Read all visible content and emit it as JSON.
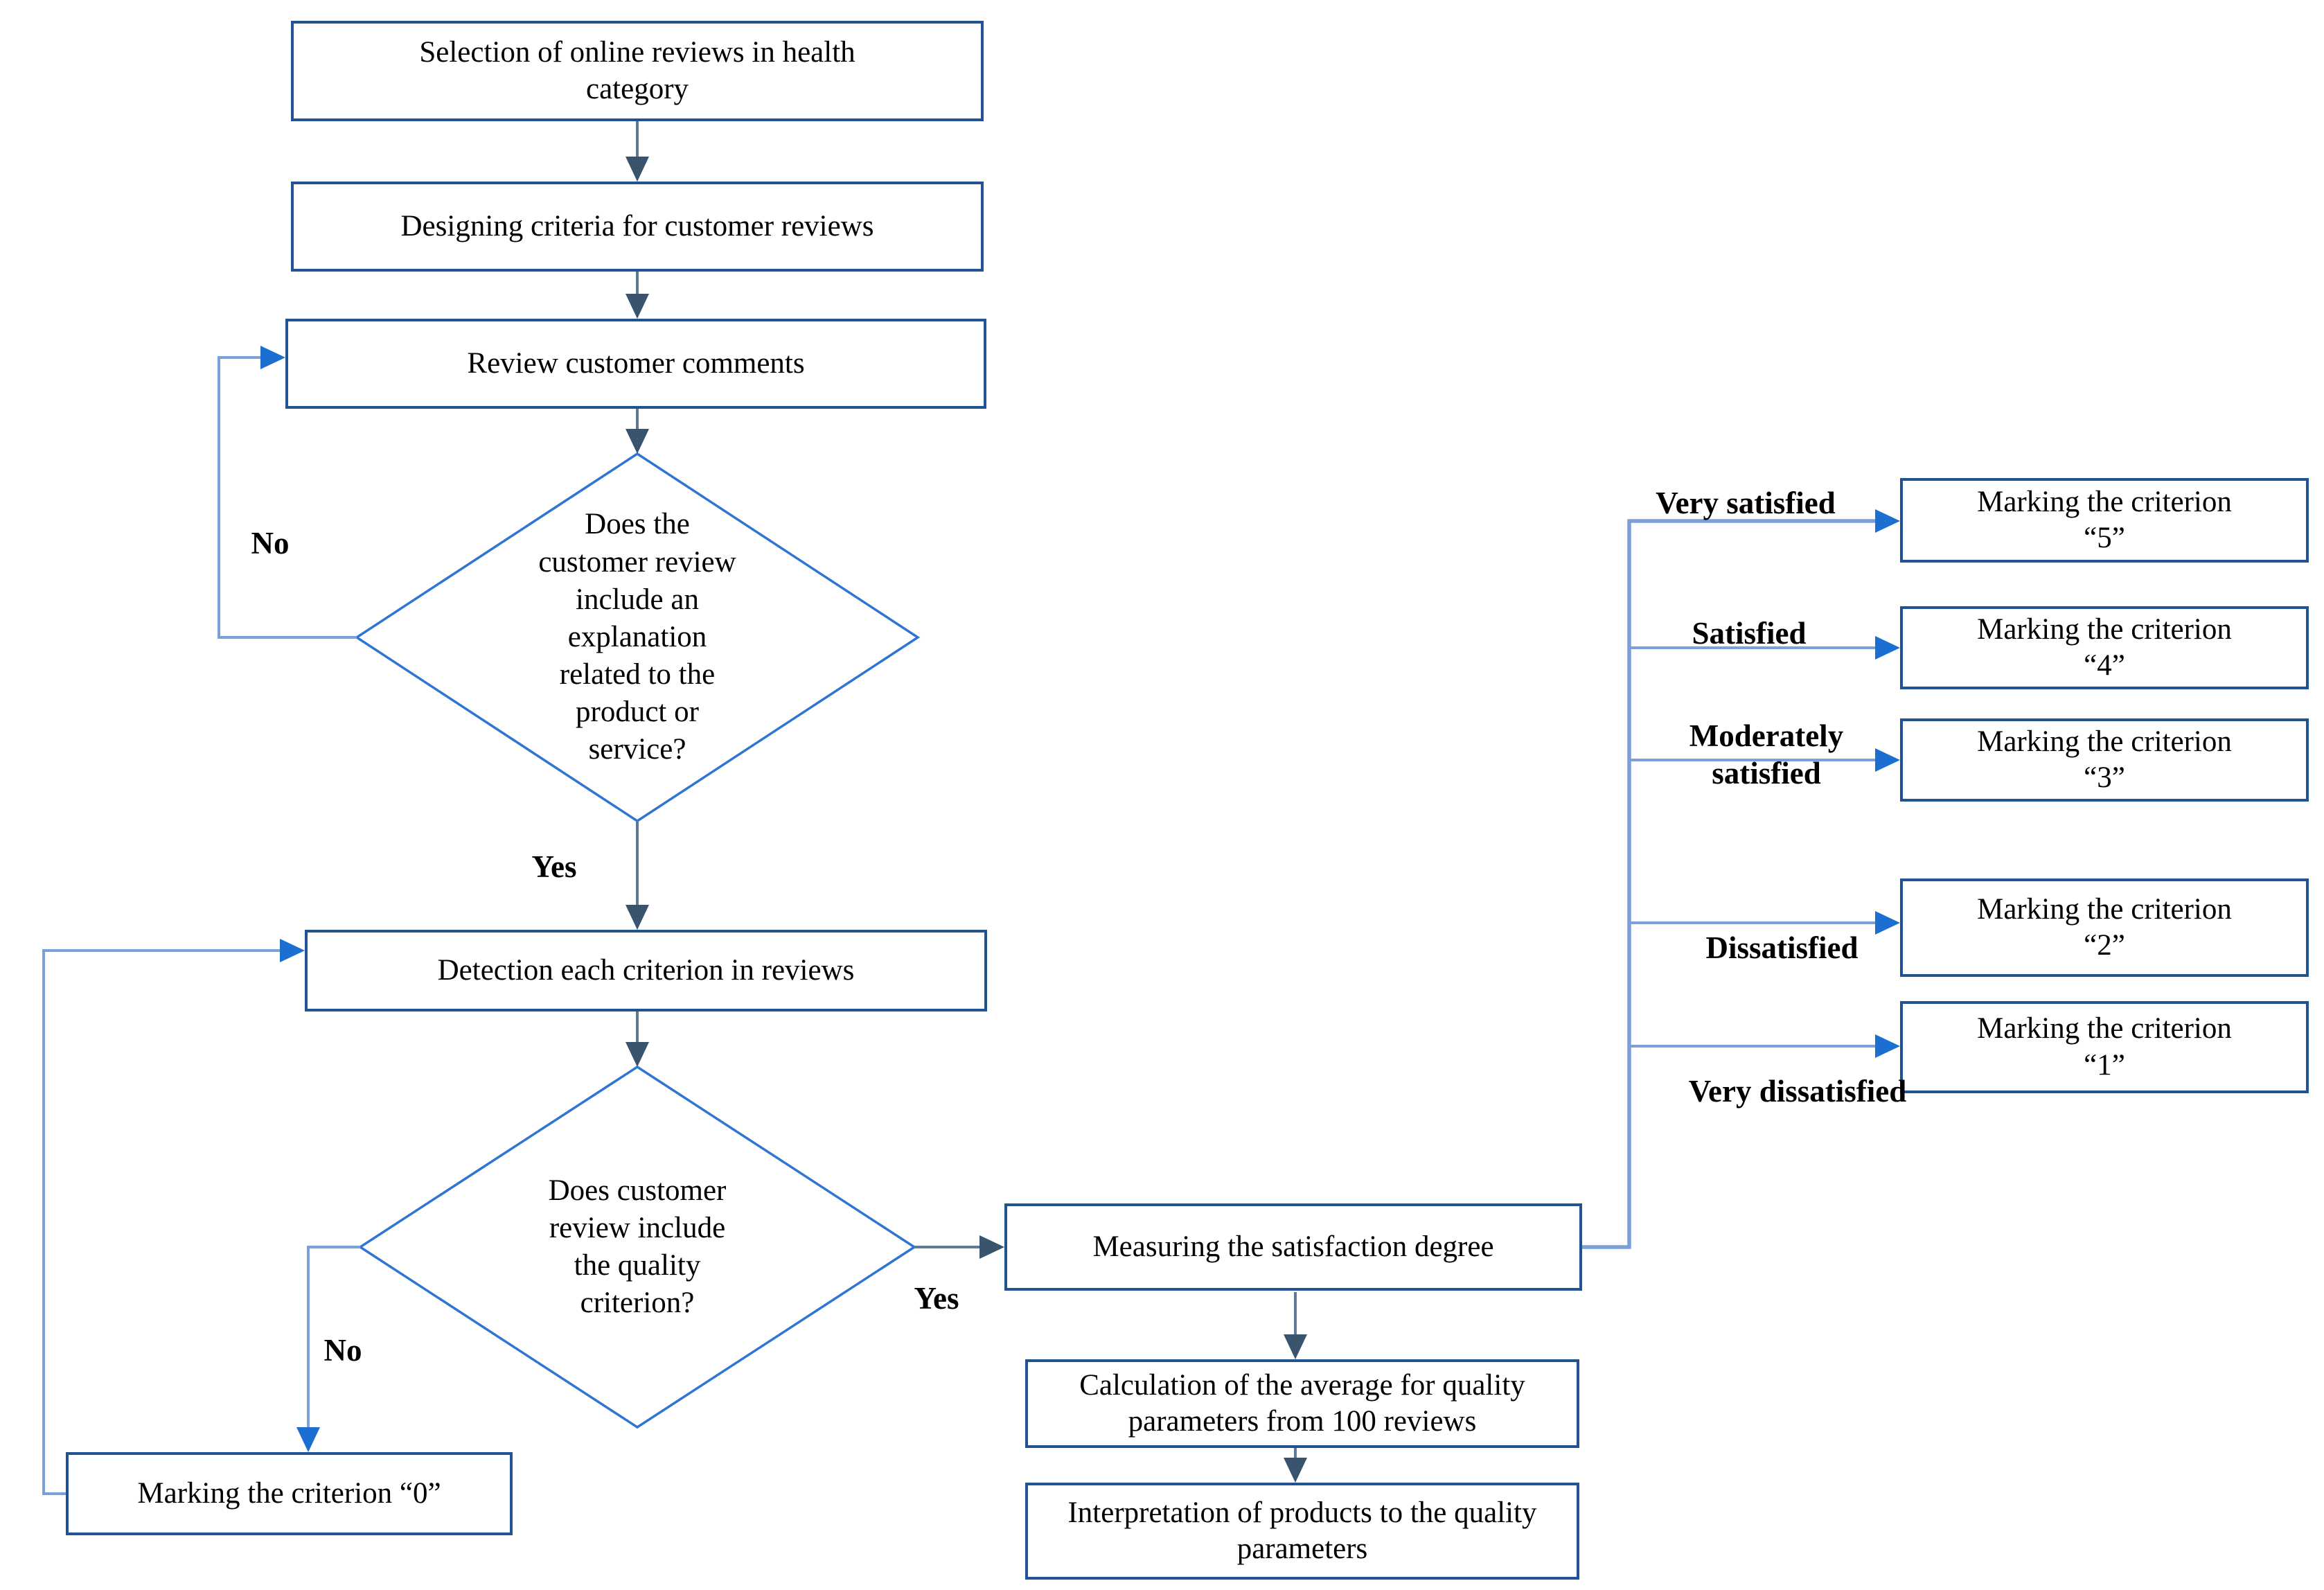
{
  "flowchart": {
    "title_hint": "Flowchart of marking quality criteria from online customer reviews",
    "nodes": {
      "selection": {
        "label": "Selection of online reviews in health category"
      },
      "designing": {
        "label": "Designing criteria for customer reviews"
      },
      "review_comments": {
        "label": "Review customer comments"
      },
      "decision_explanation": {
        "label": "Does the customer review include an explanation related to the product or service?"
      },
      "detection": {
        "label": "Detection each criterion in reviews"
      },
      "decision_quality": {
        "label": "Does customer review include the quality criterion?"
      },
      "marking_0": {
        "label": "Marking the criterion “0”"
      },
      "measuring": {
        "label": "Measuring the satisfaction  degree"
      },
      "calculation": {
        "label": "Calculation of the average for quality parameters from 100 reviews"
      },
      "interpretation": {
        "label": "Interpretation of products to the quality parameters"
      },
      "marking_5": {
        "label": "Marking the criterion “5”"
      },
      "marking_4": {
        "label": "Marking the criterion “4”"
      },
      "marking_3": {
        "label": "Marking the criterion “3”"
      },
      "marking_2": {
        "label": "Marking the criterion “2”"
      },
      "marking_1": {
        "label": "Marking the criterion “1”"
      }
    },
    "edge_labels": {
      "no_explanation": "No",
      "yes_explanation": "Yes",
      "no_quality": "No",
      "yes_quality": "Yes",
      "very_satisfied": "Very satisfied",
      "satisfied": "Satisfied",
      "moderately_satisfied": "Moderately satisfied",
      "dissatisfied": "Dissatisfied",
      "very_dissatisfied": "Very dissatisfied"
    },
    "colors": {
      "box_border": "#1f5394",
      "diamond_border": "#2e75d4",
      "loop_line": "#7a9fd9",
      "loop_arrowhead": "#1b6fd1",
      "flow_line": "#5f7a94",
      "flow_arrowhead": "#3a546e",
      "text": "#000000",
      "background": "#ffffff"
    }
  }
}
